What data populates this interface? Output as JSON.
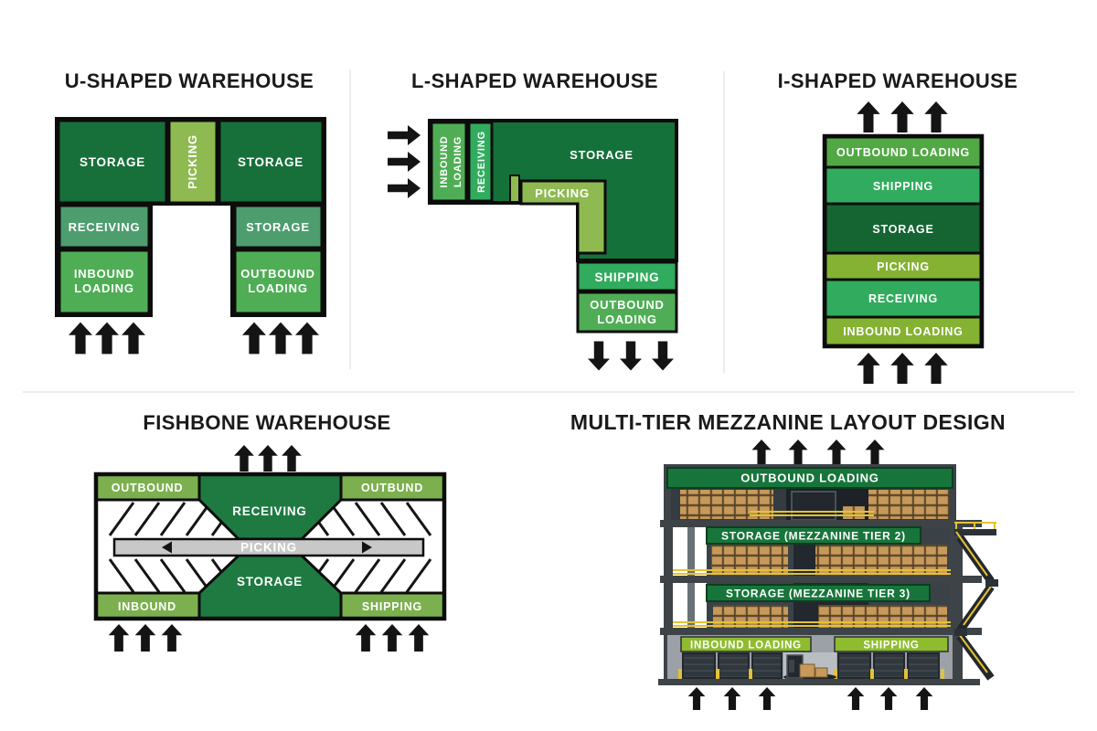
{
  "page": {
    "background": "#ffffff"
  },
  "palette": {
    "dark_green": "#17703A",
    "storage_dark": "#146532",
    "muted_teal": "#4D9D6E",
    "emerald": "#31AC5E",
    "mid_green": "#4FAE55",
    "picking_green": "#8FBA52",
    "lime_green": "#85B233",
    "fishbone_box_green": "#7CB04E",
    "banner_dark_green": "#17753B",
    "banner_lime": "#8FBC2F",
    "picking_bar_gray": "#C8C8C8",
    "arrow_black": "#141414",
    "building_frame_gray": "#3D4347",
    "box_tan": "#C79A5B",
    "railing_yellow": "#E3C235",
    "title_text": "#1A1A1A",
    "label_text": "#FFFFFF",
    "divider": "#ECECEC"
  },
  "icons": {
    "flow_up": "up-arrow",
    "flow_right": "right-arrow",
    "flow_down": "down-arrow",
    "picking_left": "left-triangle",
    "picking_right": "right-triangle"
  },
  "panels": {
    "u_shaped": {
      "title": "U-SHAPED WAREHOUSE",
      "storage_left": "STORAGE",
      "picking": "PICKING",
      "storage_right": "STORAGE",
      "receiving": "RECEIVING",
      "storage_mid": "STORAGE",
      "inbound_line1": "INBOUND",
      "inbound_line2": "LOADING",
      "outbound_line1": "OUTBOUND",
      "outbound_line2": "LOADING"
    },
    "l_shaped": {
      "title": "L-SHAPED WAREHOUSE",
      "inbound_line1": "INBOUND",
      "inbound_line2": "LOADING",
      "receiving": "RECEIVING",
      "storage": "STORAGE",
      "picking": "PICKING",
      "shipping": "SHIPPING",
      "outbound_line1": "OUTBOUND",
      "outbound_line2": "LOADING"
    },
    "i_shaped": {
      "title": "I-SHAPED WAREHOUSE",
      "rows": [
        {
          "label": "OUTBOUND LOADING"
        },
        {
          "label": "SHIPPING"
        },
        {
          "label": "STORAGE"
        },
        {
          "label": "PICKING"
        },
        {
          "label": "RECEIVING"
        },
        {
          "label": "INBOUND LOADING"
        }
      ]
    },
    "fishbone": {
      "title": "FISHBONE WAREHOUSE",
      "outbound": "OUTBOUND",
      "receiving": "RECEIVING",
      "outbund": "OUTBUND",
      "picking": "PICKING",
      "storage": "STORAGE",
      "inbound": "INBOUND",
      "shipping": "SHIPPING"
    },
    "mezzanine": {
      "title": "MULTI-TIER MEZZANINE LAYOUT DESIGN",
      "outbound_banner": "OUTBOUND LOADING",
      "tier2_banner": "STORAGE (MEZZANINE TIER 2)",
      "tier3_banner": "STORAGE (MEZZANINE TIER 3)",
      "inbound_banner": "INBOUND LOADING",
      "shipping_banner": "SHIPPING"
    }
  }
}
